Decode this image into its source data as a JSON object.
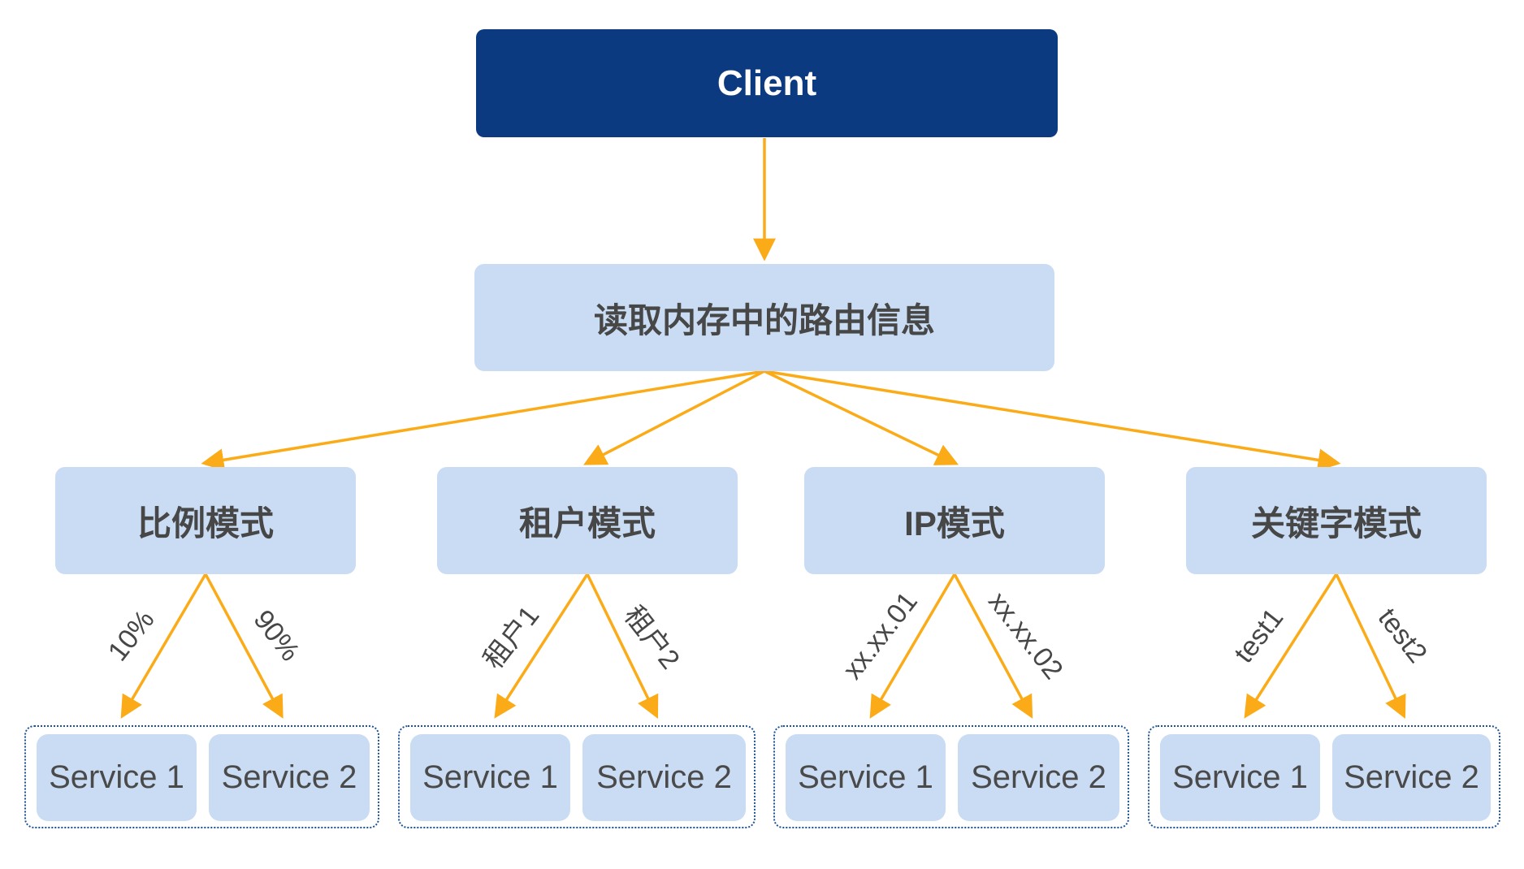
{
  "diagram": {
    "client": {
      "label": "Client"
    },
    "router": {
      "label": "读取内存中的路由信息"
    },
    "modes": [
      {
        "label": "比例模式",
        "left_edge": "10%",
        "right_edge": "90%",
        "services": [
          "Service 1",
          "Service 2"
        ]
      },
      {
        "label": "租户模式",
        "left_edge": "租户1",
        "right_edge": "租户2",
        "services": [
          "Service 1",
          "Service 2"
        ]
      },
      {
        "label": "IP模式",
        "left_edge": "xx.xx.01",
        "right_edge": "xx.xx.02",
        "services": [
          "Service 1",
          "Service 2"
        ]
      },
      {
        "label": "关键字模式",
        "left_edge": "test1",
        "right_edge": "test2",
        "services": [
          "Service 1",
          "Service 2"
        ]
      }
    ],
    "colors": {
      "node_primary": "#0b3a80",
      "node_secondary": "#c9dcf3",
      "arrow": "#fbab17",
      "text_dark": "#474747",
      "group_border": "#1c5296",
      "client_text": "#ffffff",
      "background": "#ffffff"
    }
  }
}
